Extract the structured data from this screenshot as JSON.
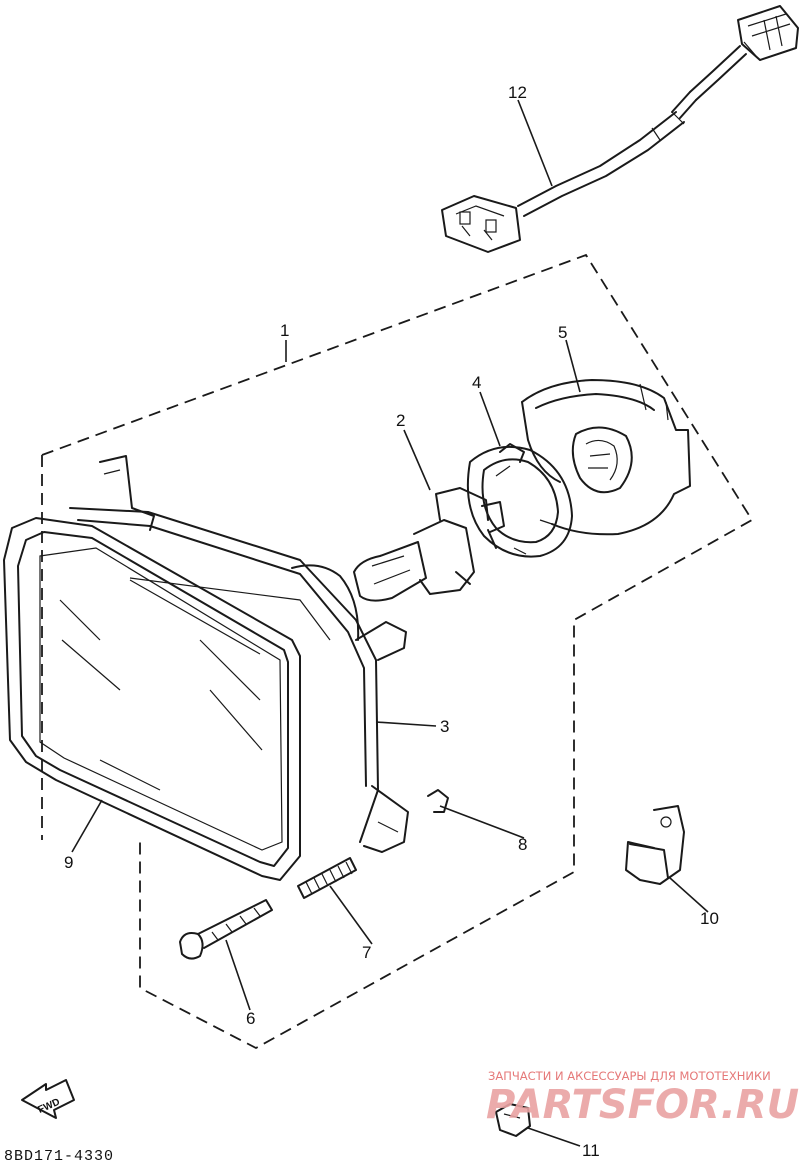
{
  "diagram": {
    "callouts": [
      {
        "id": "1",
        "label": "1"
      },
      {
        "id": "2",
        "label": "2"
      },
      {
        "id": "3",
        "label": "3"
      },
      {
        "id": "4",
        "label": "4"
      },
      {
        "id": "5",
        "label": "5"
      },
      {
        "id": "6",
        "label": "6"
      },
      {
        "id": "7",
        "label": "7"
      },
      {
        "id": "8",
        "label": "8"
      },
      {
        "id": "9",
        "label": "9"
      },
      {
        "id": "10",
        "label": "10"
      },
      {
        "id": "11",
        "label": "11"
      },
      {
        "id": "12",
        "label": "12"
      }
    ],
    "fwd_label": "FWD",
    "drawing_code": "8BD171-4330"
  },
  "watermark": {
    "tagline": "ЗАПЧАСТИ И АКСЕССУАРЫ ДЛЯ МОТОТЕХНИКИ",
    "brand": "PARTSFOR.RU"
  }
}
